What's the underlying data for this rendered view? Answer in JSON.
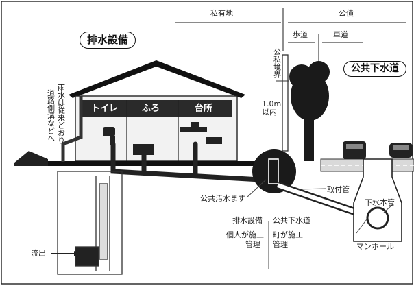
{
  "title": "排水設備",
  "public_sewer_title": "公共下水道",
  "private_land": "私有地",
  "public_road": "公債",
  "sidewalk": "歩道",
  "roadway": "車道",
  "boundary_vertical": "公私境界",
  "distance_note": "1.0m",
  "distance_note2": "以内",
  "rain_note": "雨水は従来どおり",
  "rain_note2": "道路側溝などへ",
  "rooms": [
    "トイレ",
    "ふろ",
    "台所"
  ],
  "public_sewer_basin": "公共汚水ます",
  "connection_pipe": "取付管",
  "main_sewer": "下水本管",
  "manhole": "マンホール",
  "outflow": "流出",
  "legend": {
    "left_head": "排水設備",
    "right_head": "公共下水道",
    "left_body1": "個人が施工",
    "left_body2": "管理",
    "right_body1": "町が施工",
    "right_body2": "管理"
  }
}
